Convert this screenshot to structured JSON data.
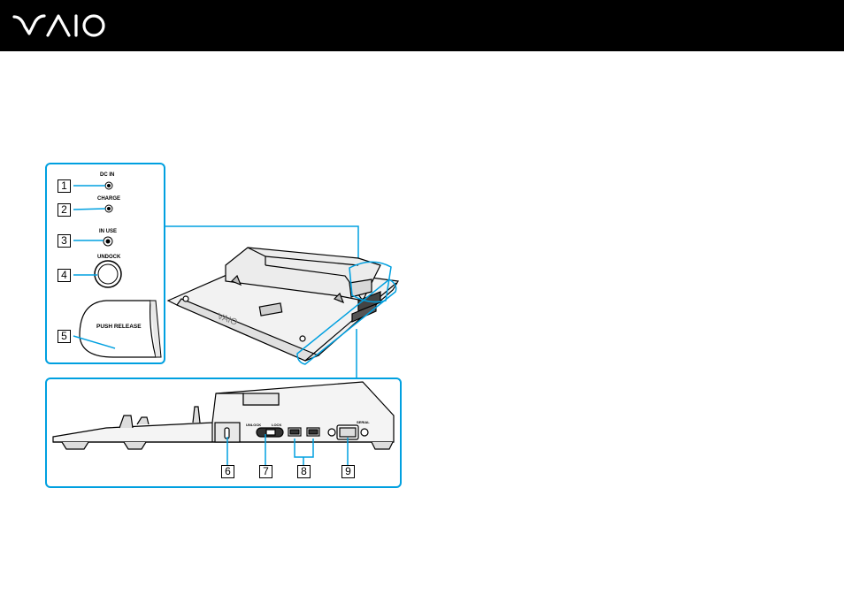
{
  "header": {
    "brand": "VAIO",
    "background": "#000000"
  },
  "accent_color": "#00a0e0",
  "callouts": [
    "1",
    "2",
    "3",
    "4",
    "5",
    "6",
    "7",
    "8",
    "9"
  ],
  "labels": {
    "dc_in": "DC IN",
    "charge": "CHARGE",
    "in_use": "IN USE",
    "undock": "UNDOCK",
    "push_release": "PUSH RELEASE",
    "unlock": "UNLOCK",
    "lock": "LOCK",
    "serial": "SERIAL"
  }
}
